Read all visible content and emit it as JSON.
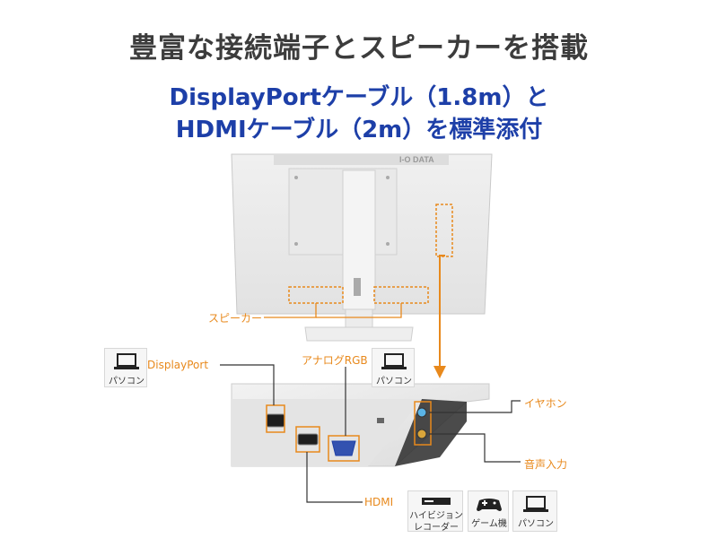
{
  "heading": {
    "title": "豊富な接続端子とスピーカーを搭載",
    "subtitle_line1": "DisplayPortケーブル（1.8m）と",
    "subtitle_line2": "HDMIケーブル（2m）を標準添付"
  },
  "monitor": {
    "brand_logo": "I-O DATA"
  },
  "labels": {
    "speaker": "スピーカー",
    "displayport": "DisplayPort",
    "analog_rgb": "アナログRGB",
    "earphone": "イヤホン",
    "audio_in": "音声入力",
    "hdmi": "HDMI"
  },
  "devices": {
    "pc_left": "パソコン",
    "pc_analog": "パソコン",
    "recorder_line1": "ハイビジョン",
    "recorder_line2": "レコーダー",
    "game": "ゲーム機",
    "pc_hdmi": "パソコン"
  },
  "icons": {
    "laptop": "laptop-icon",
    "recorder": "recorder-icon",
    "gamepad": "gamepad-icon"
  },
  "colors": {
    "accent_orange": "#e8891c",
    "title_blue": "#1d3fa8",
    "title_gray": "#3c3c3c"
  }
}
